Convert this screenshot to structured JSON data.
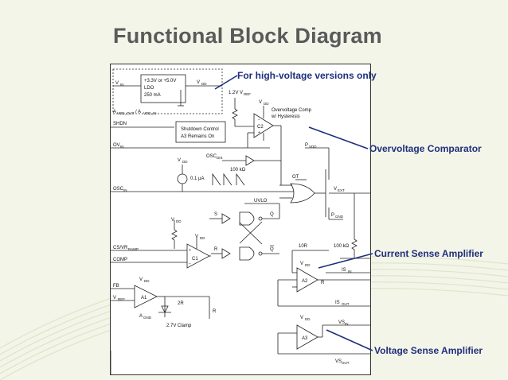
{
  "slide": {
    "title": "Functional Block Diagram",
    "colors": {
      "background": "#f3f5e9",
      "title": "#5a5a5a",
      "callout": "#1f2f7a",
      "stripe": "#dfe5c8"
    }
  },
  "callouts": {
    "high_voltage": "For high-voltage versions only",
    "overvoltage": "Overvoltage Comparator",
    "current_sense": "Current Sense Amplifier",
    "voltage_sense": "Voltage Sense Amplifier"
  },
  "schematic": {
    "vin": "V",
    "vin_sub": "IN",
    "ldo_line1": "+3.3V or +5.0V",
    "ldo_line2": "LDO",
    "ldo_line3": "250 mA",
    "vdd": "V",
    "vdd_sub": "DD",
    "avdd_out": "A",
    "avdd_out_sub": "VDD_OUT",
    "avdd_sep": " / A",
    "avdd_in_sub": "VDD_IN",
    "vref_12": "1.2V V",
    "vref_12_sub": "REF",
    "ov_comp1": "Overvoltage Comp",
    "ov_comp2": "w/ Hysteresis",
    "c2": "C2",
    "shdn": "SHDN",
    "shutdown1": "Shutdown Control",
    "shutdown2": "A3 Remains On",
    "ov_in": "OV",
    "ov_in_sub": "IN",
    "p_vdd": "P",
    "p_vdd_sub": "VDD",
    "osc_dis": "OSC",
    "osc_dis_sub": "DIS",
    "res_100k": "100 kΩ",
    "cur_01": "0.1 µA",
    "osc_in": "OSC",
    "osc_in_sub": "IN",
    "ot": "OT",
    "uvlo": "UVLO",
    "v_ext": "V",
    "v_ext_sub": "EXT",
    "p_gnd": "P",
    "p_gnd_sub": "GND",
    "s": "S",
    "q": "Q",
    "r": "R",
    "qbar": "Q",
    "res_100k_b": "100 kΩ",
    "res_10r": "10R",
    "cs_vr": "CS/VR",
    "cs_vr_sub": "RAMP",
    "comp": "COMP",
    "c1": "C1",
    "a2": "A2",
    "is_in": "IS",
    "is_in_sub": "IN",
    "is_out": "IS",
    "is_out_sub": "OUT",
    "fb": "FB",
    "vref": "V",
    "vref_sub": "REF",
    "a1": "A1",
    "agnd": "A",
    "agnd_sub": "GND",
    "r2": "2R",
    "clamp": "2.7V Clamp",
    "a3": "A3",
    "vs_in": "VS",
    "vs_in_sub": "IN",
    "vs_out": "VS",
    "vs_out_sub": "OUT",
    "plus": "+",
    "minus": "−"
  }
}
